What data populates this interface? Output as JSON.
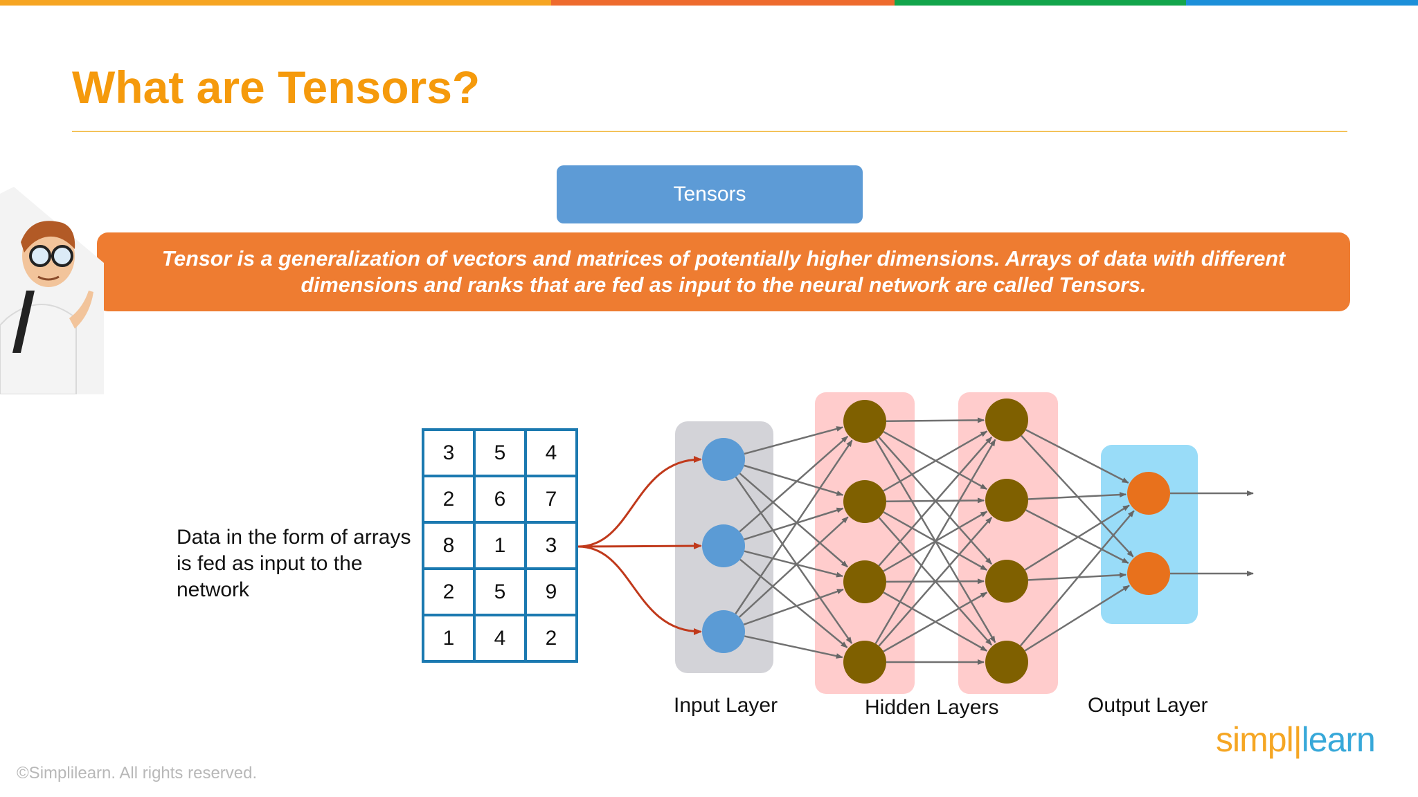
{
  "slide": {
    "title": "What are Tensors?",
    "tensor_label": "Tensors",
    "definition": "Tensor is a generalization of vectors and matrices of potentially higher dimensions. Arrays of data with different dimensions and ranks that are fed as input to the neural network are called Tensors.",
    "caption": "Data in the form of arrays is fed as input to the network",
    "matrix": [
      [
        "3",
        "5",
        "4"
      ],
      [
        "2",
        "6",
        "7"
      ],
      [
        "8",
        "1",
        "3"
      ],
      [
        "2",
        "5",
        "9"
      ],
      [
        "1",
        "4",
        "2"
      ]
    ],
    "layers": {
      "input": "Input Layer",
      "hidden": "Hidden Layers",
      "output": "Output Layer"
    },
    "copyright": "©Simplilearn. All rights reserved.",
    "logo": {
      "part1": "simpl",
      "part2": "learn"
    }
  },
  "colors": {
    "title": "#f59a0c",
    "tensor_button": "#5d9bd6",
    "definition_box": "#ee7c31",
    "input_node": "#5b9bd5",
    "hidden_node": "#7f6000",
    "output_node": "#e8711c",
    "input_panel": "#d3d3d8",
    "hidden_panel": "#ffcccc",
    "output_panel": "#99dcf8",
    "matrix_border": "#1b79b0",
    "arrow_red": "#c0391b"
  },
  "network": {
    "input_nodes": 3,
    "hidden_layers": 2,
    "hidden_nodes": 4,
    "output_nodes": 2
  }
}
